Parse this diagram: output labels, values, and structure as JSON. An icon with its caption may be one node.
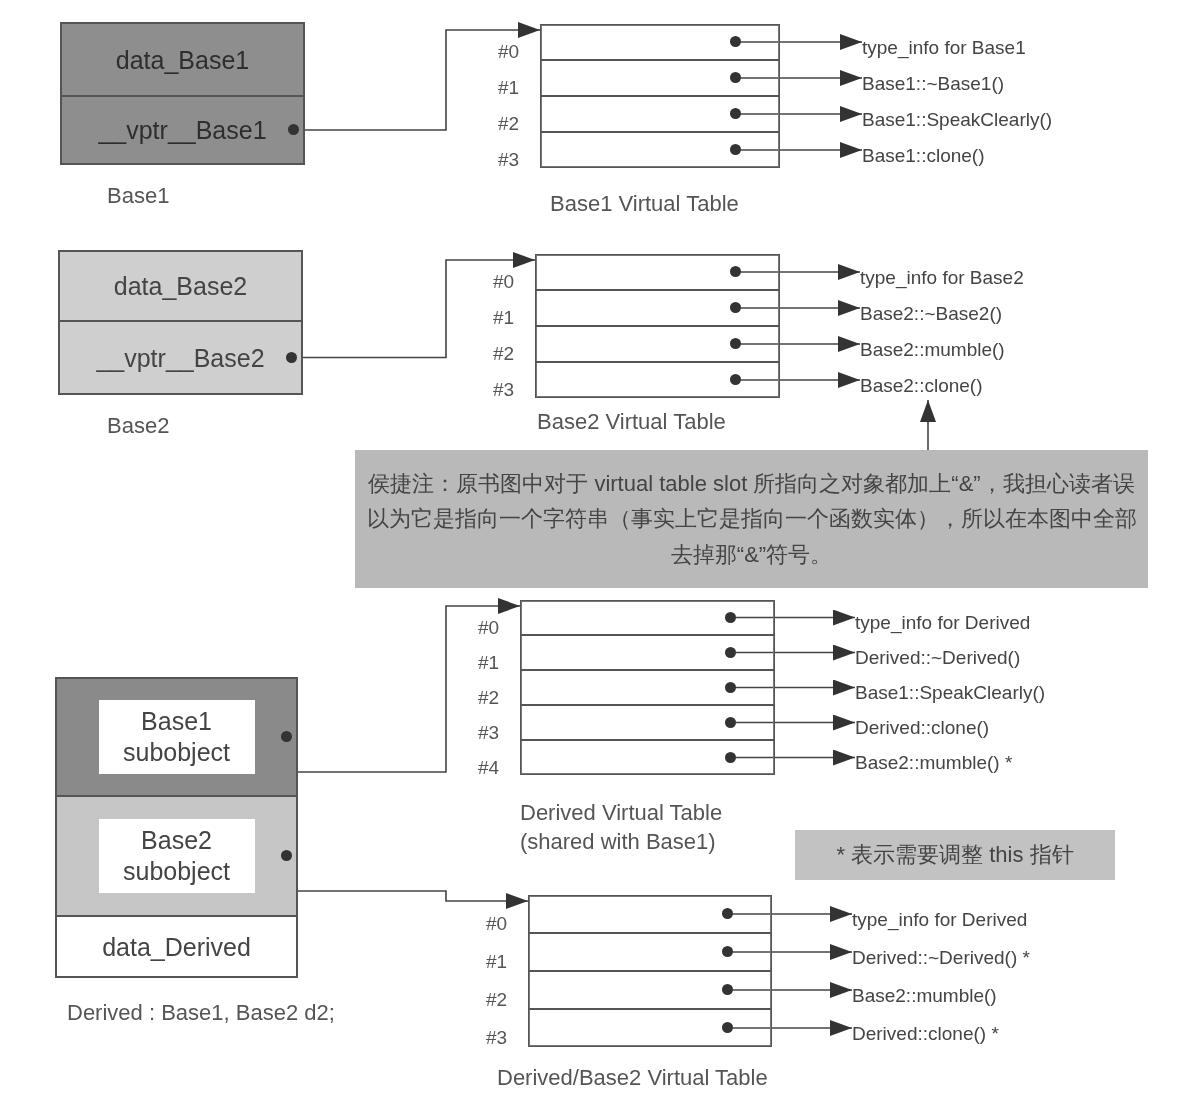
{
  "diagram": {
    "nodes": [
      {
        "text": [
          "Base1"
        ]
      },
      {
        "text": [
          "data_Base1"
        ],
        "in": 0
      },
      {
        "text": [
          "__vptr__Base1"
        ],
        "in": 0
      },
      {
        "text": [
          "Base1 Virtual Table"
        ]
      },
      {
        "text": [],
        "shape": "box",
        "in": 3,
        "beside": [
          "#0"
        ]
      },
      {
        "text": [],
        "shape": "box",
        "in": 3,
        "beside": [
          "#1"
        ]
      },
      {
        "text": [],
        "shape": "box",
        "in": 3,
        "beside": [
          "#2"
        ]
      },
      {
        "text": [],
        "shape": "box",
        "in": 3,
        "beside": [
          "#3"
        ]
      },
      {
        "text": [
          "type_info for Base1"
        ]
      },
      {
        "text": [
          "Base1::~Base1()"
        ]
      },
      {
        "text": [
          "Base1::SpeakClearly()"
        ]
      },
      {
        "text": [
          "Base1::clone()"
        ]
      },
      {
        "text": [
          "Base2"
        ]
      },
      {
        "text": [
          "data_Base2"
        ],
        "in": 12
      },
      {
        "text": [
          "__vptr__Base2"
        ],
        "in": 12
      },
      {
        "text": [
          "Base2 Virtual Table"
        ]
      },
      {
        "text": [],
        "shape": "box",
        "in": 15,
        "beside": [
          "#0"
        ]
      },
      {
        "text": [],
        "shape": "box",
        "in": 15,
        "beside": [
          "#1"
        ]
      },
      {
        "text": [],
        "shape": "box",
        "in": 15,
        "beside": [
          "#2"
        ]
      },
      {
        "text": [],
        "shape": "box",
        "in": 15,
        "beside": [
          "#3"
        ]
      },
      {
        "text": [
          "type_info for Base2"
        ]
      },
      {
        "text": [
          "Base2::~Base2()"
        ]
      },
      {
        "text": [
          "Base2::mumble()"
        ]
      },
      {
        "text": [
          "Base2::clone()"
        ]
      },
      {
        "text": [
          "侯捷注：原书图中对于 virtual table slot 所指向之对象都加上“&”，我担心读者误以为它是指向一个字符串（事实上它是指向一个函数实体），所以在本图中全部去掉那“&”符号。"
        ]
      },
      {
        "text": [
          "Derived : Base1, Base2 d2;"
        ]
      },
      {
        "text": [
          "Base1 subobject"
        ],
        "in": 25
      },
      {
        "text": [
          "Base2 subobject"
        ],
        "in": 25
      },
      {
        "text": [
          "data_Derived"
        ],
        "in": 25
      },
      {
        "text": [
          "Derived Virtual Table (shared with Base1)"
        ]
      },
      {
        "text": [],
        "shape": "box",
        "in": 29,
        "beside": [
          "#0"
        ]
      },
      {
        "text": [],
        "shape": "box",
        "in": 29,
        "beside": [
          "#1"
        ]
      },
      {
        "text": [],
        "shape": "box",
        "in": 29,
        "beside": [
          "#2"
        ]
      },
      {
        "text": [],
        "shape": "box",
        "in": 29,
        "beside": [
          "#3"
        ]
      },
      {
        "text": [],
        "shape": "box",
        "in": 29,
        "beside": [
          "#4"
        ]
      },
      {
        "text": [
          "type_info for Derived"
        ]
      },
      {
        "text": [
          "Derived::~Derived()"
        ]
      },
      {
        "text": [
          "Base1::SpeakClearly()"
        ]
      },
      {
        "text": [
          "Derived::clone()"
        ]
      },
      {
        "text": [
          "Base2::mumble() *"
        ]
      },
      {
        "text": [
          "* 表示需要调整 this 指针"
        ]
      },
      {
        "text": [
          "Derived/Base2 Virtual Table"
        ]
      },
      {
        "text": [],
        "shape": "box",
        "in": 41,
        "beside": [
          "#0"
        ]
      },
      {
        "text": [],
        "shape": "box",
        "in": 41,
        "beside": [
          "#1"
        ]
      },
      {
        "text": [],
        "shape": "box",
        "in": 41,
        "beside": [
          "#2"
        ]
      },
      {
        "text": [],
        "shape": "box",
        "in": 41,
        "beside": [
          "#3"
        ]
      },
      {
        "text": [
          "type_info for Derived"
        ]
      },
      {
        "text": [
          "Derived::~Derived() *"
        ]
      },
      {
        "text": [
          "Base2::mumble()"
        ]
      },
      {
        "text": [
          "Derived::clone() *"
        ]
      }
    ],
    "edges": [
      {
        "from": 2,
        "to": 3,
        "arrow": "to"
      },
      {
        "from": 4,
        "to": 8,
        "arrow": "to"
      },
      {
        "from": 5,
        "to": 9,
        "arrow": "to"
      },
      {
        "from": 6,
        "to": 10,
        "arrow": "to"
      },
      {
        "from": 7,
        "to": 11,
        "arrow": "to"
      },
      {
        "from": 14,
        "to": 15,
        "arrow": "to"
      },
      {
        "from": 16,
        "to": 20,
        "arrow": "to"
      },
      {
        "from": 17,
        "to": 21,
        "arrow": "to"
      },
      {
        "from": 18,
        "to": 22,
        "arrow": "to"
      },
      {
        "from": 19,
        "to": 23,
        "arrow": "to"
      },
      {
        "from": 24,
        "to": 23,
        "arrow": "to"
      },
      {
        "from": 26,
        "to": 29,
        "arrow": "to"
      },
      {
        "from": 27,
        "to": 41,
        "arrow": "to"
      },
      {
        "from": 30,
        "to": 35,
        "arrow": "to"
      },
      {
        "from": 31,
        "to": 36,
        "arrow": "to"
      },
      {
        "from": 32,
        "to": 37,
        "arrow": "to"
      },
      {
        "from": 33,
        "to": 38,
        "arrow": "to"
      },
      {
        "from": 34,
        "to": 39,
        "arrow": "to"
      },
      {
        "from": 42,
        "to": 46,
        "arrow": "to"
      },
      {
        "from": 43,
        "to": 47,
        "arrow": "to"
      },
      {
        "from": 44,
        "to": 48,
        "arrow": "to"
      },
      {
        "from": 45,
        "to": 49,
        "arrow": "to"
      }
    ]
  }
}
